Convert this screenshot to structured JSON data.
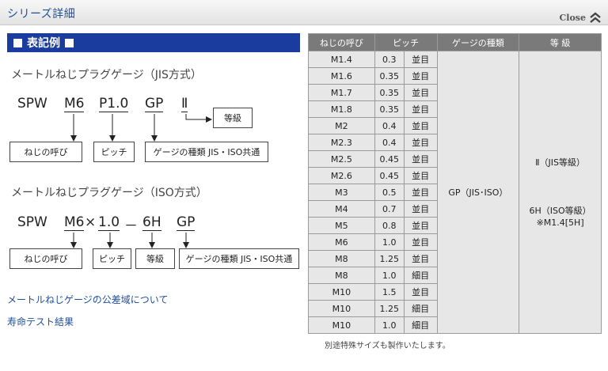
{
  "header": {
    "title": "シリーズ詳細",
    "close_label": "Close"
  },
  "legend": {
    "label": "表記例"
  },
  "jis": {
    "title": "メートルねじプラグゲージ（JIS方式）",
    "code": [
      "SPW",
      "M6",
      "P1.0",
      "GP",
      "Ⅱ"
    ],
    "boxes": [
      "ねじの呼び",
      "ピッチ",
      "ゲージの種類 JIS・ISO共通",
      "等級"
    ]
  },
  "iso": {
    "title": "メートルねじプラグゲージ（ISO方式）",
    "code": [
      "SPW",
      "M6",
      "×",
      "1.0",
      "－",
      "6H",
      "GP"
    ],
    "boxes": [
      "ねじの呼び",
      "ピッチ",
      "等級",
      "ゲージの種類 JIS・ISO共通"
    ]
  },
  "links": [
    "メートルねじゲージの公差域について",
    "寿命テスト結果"
  ],
  "table": {
    "headers": [
      "ねじの呼び",
      "ピッチ",
      "ゲージの種類",
      "等 級"
    ],
    "rows": [
      [
        "M1.4",
        "0.3",
        "並目"
      ],
      [
        "M1.6",
        "0.35",
        "並目"
      ],
      [
        "M1.7",
        "0.35",
        "並目"
      ],
      [
        "M1.8",
        "0.35",
        "並目"
      ],
      [
        "M2",
        "0.4",
        "並目"
      ],
      [
        "M2.3",
        "0.4",
        "並目"
      ],
      [
        "M2.5",
        "0.45",
        "並目"
      ],
      [
        "M2.6",
        "0.45",
        "並目"
      ],
      [
        "M3",
        "0.5",
        "並目"
      ],
      [
        "M4",
        "0.7",
        "並目"
      ],
      [
        "M5",
        "0.8",
        "並目"
      ],
      [
        "M6",
        "1.0",
        "並目"
      ],
      [
        "M8",
        "1.25",
        "並目"
      ],
      [
        "M8",
        "1.0",
        "細目"
      ],
      [
        "M10",
        "1.5",
        "並目"
      ],
      [
        "M10",
        "1.25",
        "細目"
      ],
      [
        "M10",
        "1.0",
        "細目"
      ]
    ],
    "gauge_type": "GP（JIS･ISO）",
    "grade_jis": "Ⅱ（JIS等級）",
    "grade_iso_1": "6H（ISO等級）",
    "grade_iso_2": "※M1.4[5H]"
  },
  "footnote": "別途特殊サイズも製作いたします。"
}
